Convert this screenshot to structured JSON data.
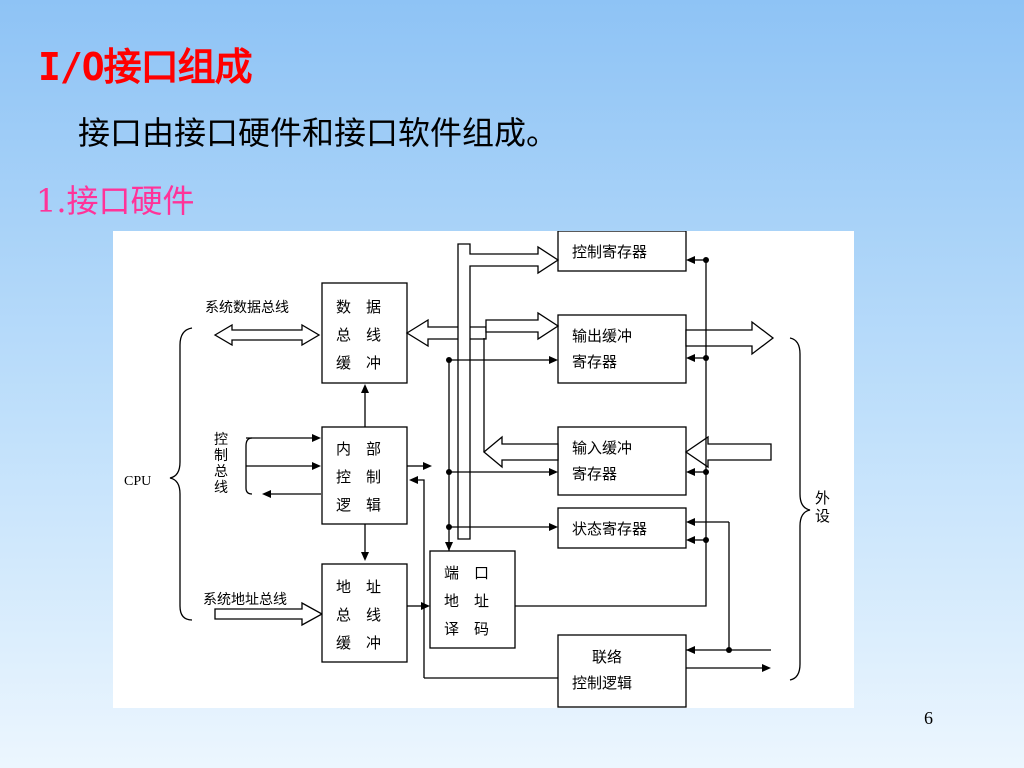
{
  "title": "I/O接口组成",
  "subtitle": "接口由接口硬件和接口软件组成。",
  "section_heading": "1.接口硬件",
  "page_number": "6",
  "colors": {
    "title": "#ff0000",
    "section": "#ff3399",
    "background_top": "#8ec3f5",
    "background_bottom": "#ecf6fe"
  },
  "diagram": {
    "cpu_label": "CPU",
    "peripheral_label": [
      "外",
      "设"
    ],
    "system_data_bus": "系统数据总线",
    "system_address_bus": "系统地址总线",
    "control_bus": [
      "控",
      "制",
      "总",
      "线"
    ],
    "data_bus_buffer": [
      "数　据",
      "总　线",
      "缓　冲"
    ],
    "internal_control_logic": [
      "内　部",
      "控　制",
      "逻　辑"
    ],
    "address_bus_buffer": [
      "地　址",
      "总　线",
      "缓　冲"
    ],
    "port_address_decode": [
      "端　口",
      "地　址",
      "译　码"
    ],
    "control_register": "控制寄存器",
    "output_buffer_register": [
      "输出缓冲",
      "寄存器"
    ],
    "input_buffer_register": [
      "输入缓冲",
      "寄存器"
    ],
    "status_register": "状态寄存器",
    "handshake_control_logic": [
      "联络",
      "控制逻辑"
    ]
  }
}
